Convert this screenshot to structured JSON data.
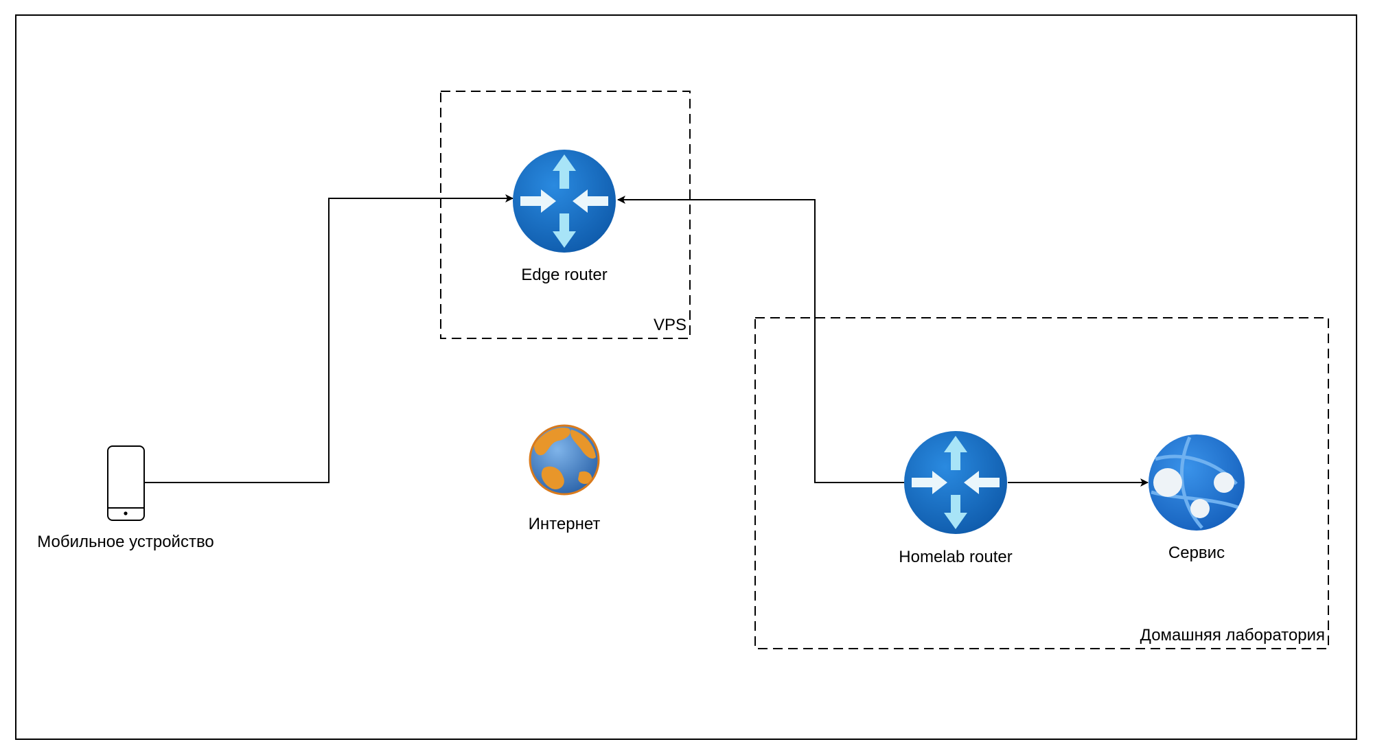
{
  "groups": {
    "vps": {
      "label": "VPS"
    },
    "homelab": {
      "label": "Домашняя лаборатория"
    }
  },
  "nodes": {
    "mobile": {
      "label": "Мобильное устройство",
      "icon": "mobile-phone-icon"
    },
    "edge_router": {
      "label": "Edge router",
      "icon": "router-icon"
    },
    "internet": {
      "label": "Интернет",
      "icon": "globe-icon"
    },
    "homelab_router": {
      "label": "Homelab router",
      "icon": "router-icon"
    },
    "service": {
      "label": "Сервис",
      "icon": "web-service-icon"
    }
  },
  "colors": {
    "router_blue": "#1b6fc2",
    "router_arrow": "#a8e4f7",
    "service_blue": "#2b7fd9",
    "globe_ocean": "#4a86c8",
    "globe_land": "#e8962a",
    "line": "#000000"
  }
}
